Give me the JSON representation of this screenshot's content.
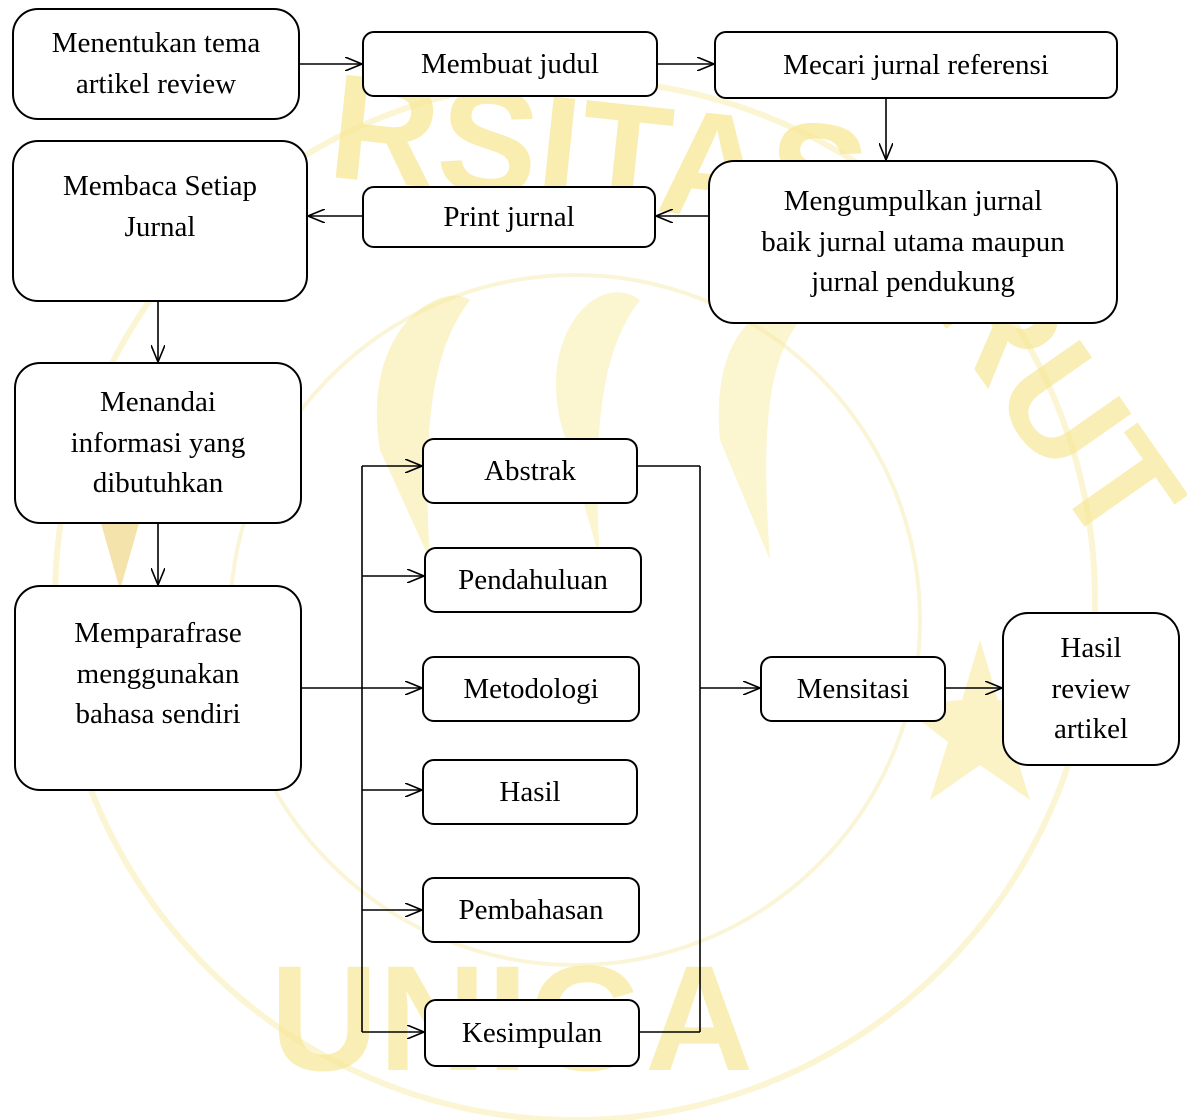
{
  "watermark": {
    "top_text": "RSITAS",
    "right_text": "RUT",
    "bottom_text": "UNIGA",
    "color": "#f7e896",
    "accent_color": "#e9c95a"
  },
  "nodes": {
    "menentukan_tema": "Menentukan tema\nartikel review",
    "membuat_judul": "Membuat judul",
    "mecari_jurnal": "Mecari jurnal referensi",
    "mengumpulkan_jurnal": "Mengumpulkan jurnal\nbaik jurnal utama maupun\njurnal pendukung",
    "print_jurnal": "Print jurnal",
    "membaca_jurnal": "Membaca Setiap\nJurnal",
    "menandai_informasi": "Menandai\ninformasi yang\ndibutuhkan",
    "memparafrase": "Memparafrase\nmenggunakan\nbahasa sendiri",
    "abstrak": "Abstrak",
    "pendahuluan": "Pendahuluan",
    "metodologi": "Metodologi",
    "hasil": "Hasil",
    "pembahasan": "Pembahasan",
    "kesimpulan": "Kesimpulan",
    "mensitasi": "Mensitasi",
    "hasil_review": "Hasil\nreview\nartikel"
  }
}
